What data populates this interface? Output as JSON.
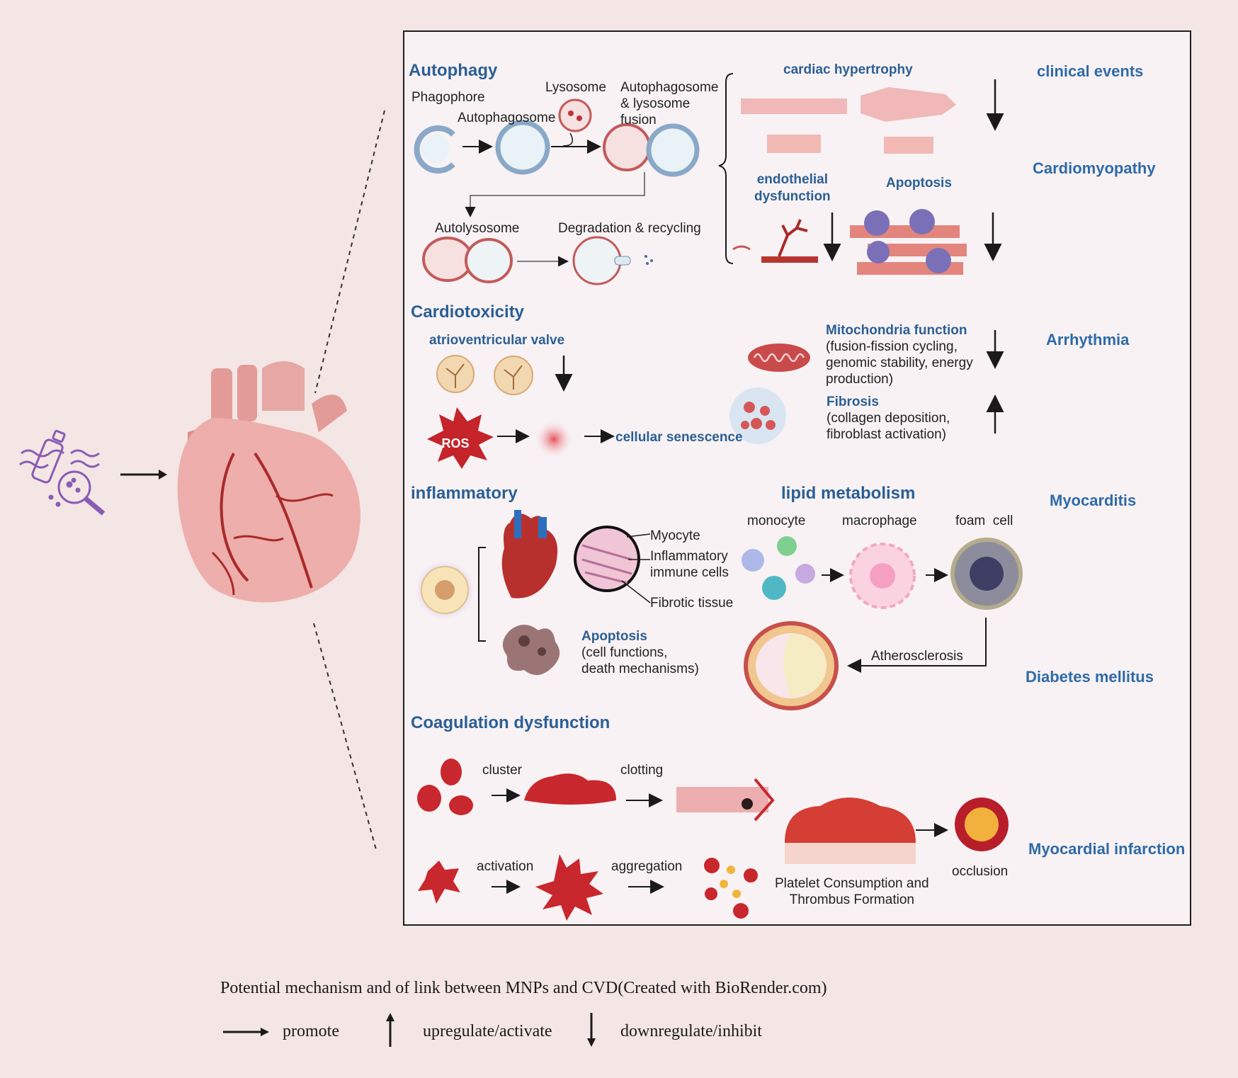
{
  "autophagy": {
    "title": "Autophagy",
    "phagophore": "Phagophore",
    "lysosome": "Lysosome",
    "autophagosome": "Autophagosome",
    "fusion": [
      "Autophagosome",
      "& lysosome",
      "fusion"
    ],
    "autolysosome": "Autolysosome",
    "degradation": "Degradation & recycling"
  },
  "cardiomyopathy_block": {
    "hypertrophy": "cardiac hypertrophy",
    "endothelial": [
      "endothelial",
      "dysfunction"
    ],
    "apoptosis": "Apoptosis"
  },
  "right_labels": {
    "clinical": "clinical events",
    "cardiomyopathy": "Cardiomyopathy",
    "arrhythmia": "Arrhythmia",
    "myocarditis": "Myocarditis",
    "diabetes": "Diabetes mellitus",
    "infarction": "Myocardial infarction"
  },
  "cardiotoxicity": {
    "title": "Cardiotoxicity",
    "valve": "atrioventricular valve",
    "ros": "ROS",
    "senescence": "cellular senescence",
    "mito_title": "Mitochondria function",
    "mito_desc": [
      "(fusion-fission cycling,",
      "genomic stability, energy",
      "production)"
    ],
    "fibrosis_title": "Fibrosis",
    "fibrosis_desc": [
      "(collagen deposition,",
      "fibroblast activation)"
    ]
  },
  "inflammatory": {
    "title": "inflammatory",
    "myocyte": "Myocyte",
    "immune": [
      "Inflammatory",
      "immune cells"
    ],
    "fibrotic": "Fibrotic tissue",
    "apoptosis_title": "Apoptosis",
    "apoptosis_desc": [
      "(cell functions,",
      "death mechanisms)"
    ]
  },
  "lipid": {
    "title": "lipid metabolism",
    "monocyte": "monocyte",
    "macrophage": "macrophage",
    "foam": "foam  cell",
    "atherosclerosis": "Atherosclerosis"
  },
  "coagulation": {
    "title": "Coagulation dysfunction",
    "cluster": "cluster",
    "clotting": "clotting",
    "activation": "activation",
    "aggregation": "aggregation",
    "platelet": [
      "Platelet Consumption and",
      "Thrombus Formation"
    ],
    "occlusion": "occlusion"
  },
  "caption": "Potential mechanism and of link between MNPs and CVD(Created with BioRender.com)",
  "legend": {
    "promote": "promote",
    "upregulate": "upregulate/activate",
    "downregulate": "downregulate/inhibit"
  },
  "colors": {
    "title_blue": "#2b5f95",
    "heart": "#e8a2a0",
    "vessel": "#a82a2a",
    "blood": "#c8272d",
    "particle_icon": "#8a5cb4"
  }
}
